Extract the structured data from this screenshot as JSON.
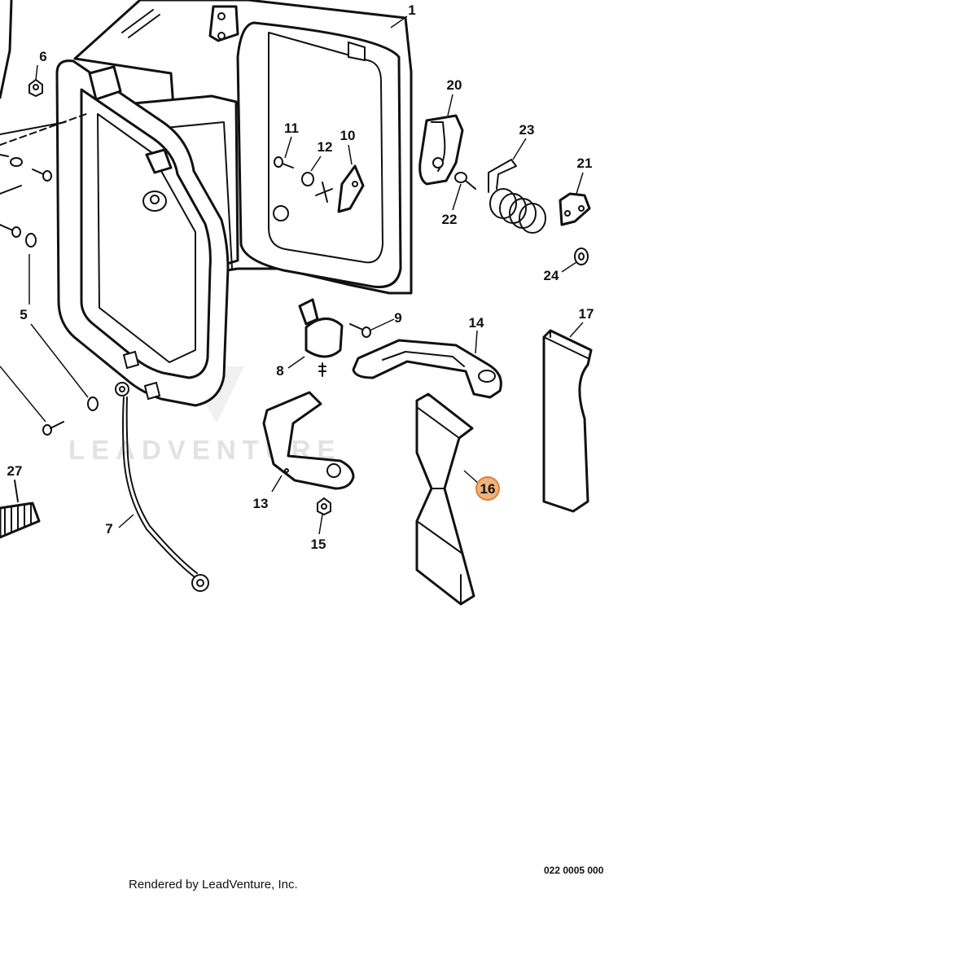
{
  "diagram": {
    "callouts": [
      "1",
      "5",
      "6",
      "7",
      "8",
      "9",
      "10",
      "11",
      "12",
      "13",
      "14",
      "15",
      "16",
      "17",
      "20",
      "21",
      "22",
      "23",
      "24",
      "27"
    ],
    "highlighted_callout": "16",
    "highlight_color": "#f0b27d",
    "watermark": "LEADVENTURE",
    "footer_credit": "Rendered by LeadVenture, Inc.",
    "diagram_code": "022 0005 000"
  }
}
